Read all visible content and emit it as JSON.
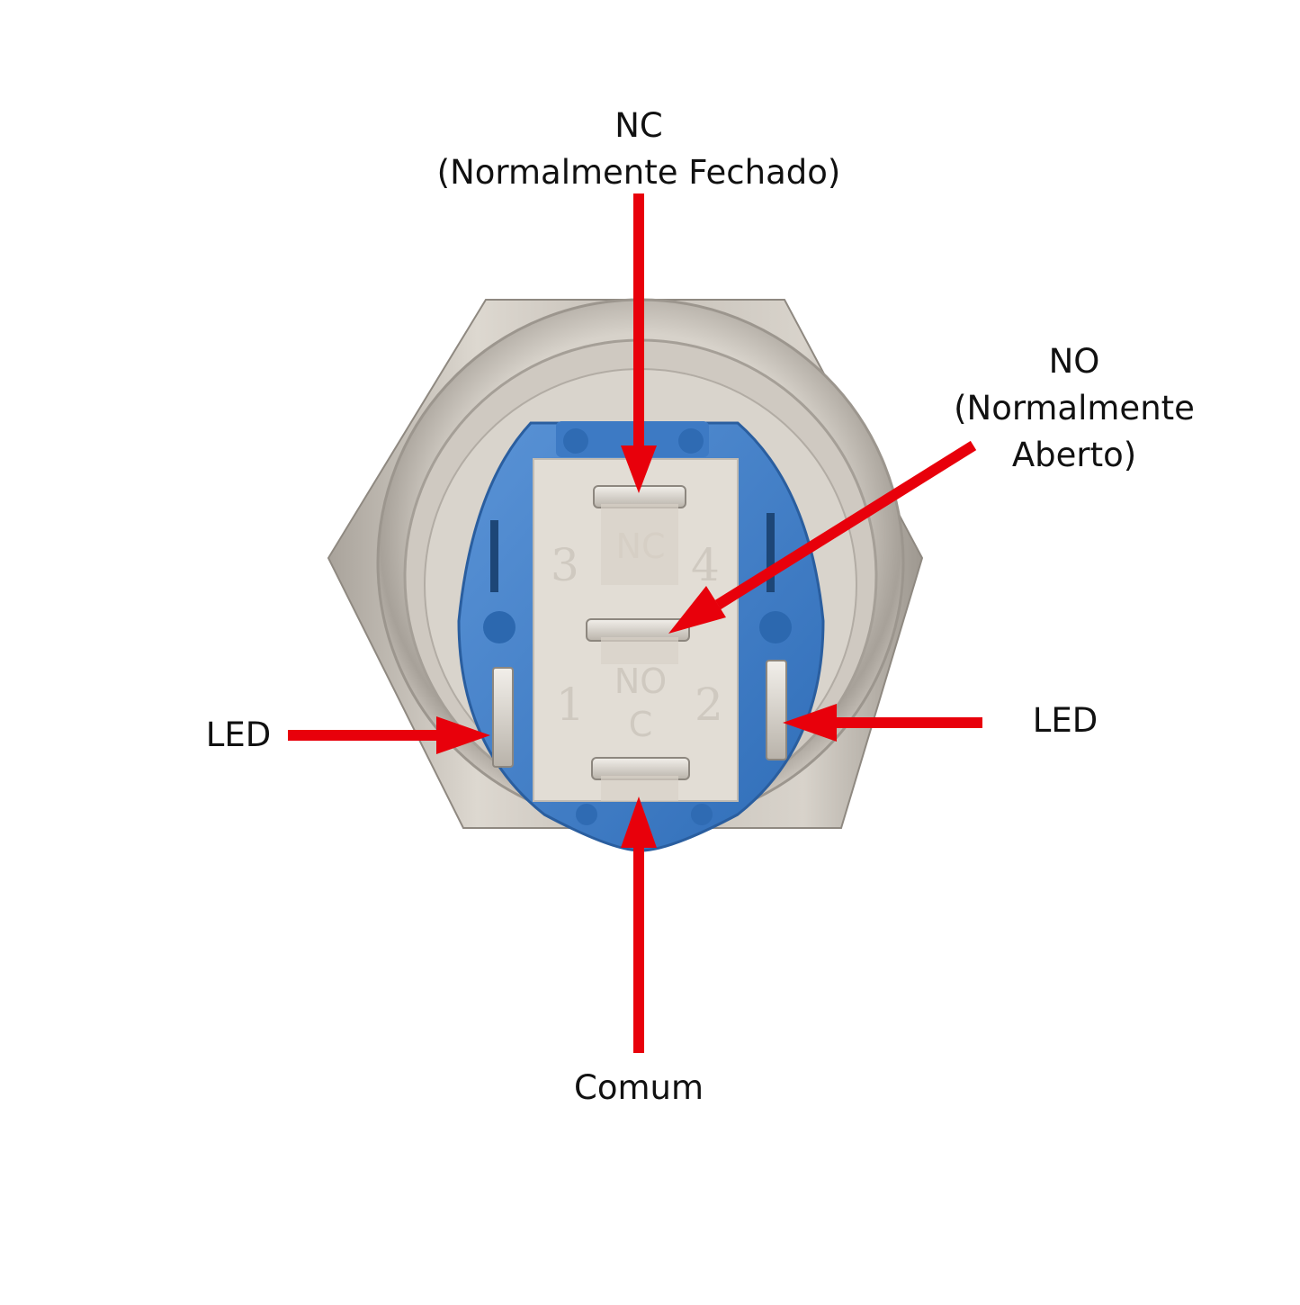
{
  "colors": {
    "arrow": "#e8000b",
    "housing_blue": "#3f7fcb",
    "metal": "#c9c3bb",
    "insulator": "#e3ded6"
  },
  "switch": {
    "pin_numbers": [
      "3",
      "4",
      "1",
      "2"
    ],
    "insulator_marks": [
      "NC",
      "NO",
      "C"
    ]
  },
  "callouts": {
    "nc": {
      "line1": "NC",
      "line2": "(Normalmente Fechado)"
    },
    "no": {
      "line1": "NO",
      "line2": "(Normalmente",
      "line3": "Aberto)"
    },
    "led_left": {
      "label": "LED"
    },
    "led_right": {
      "label": "LED"
    },
    "common": {
      "label": "Comum"
    }
  }
}
